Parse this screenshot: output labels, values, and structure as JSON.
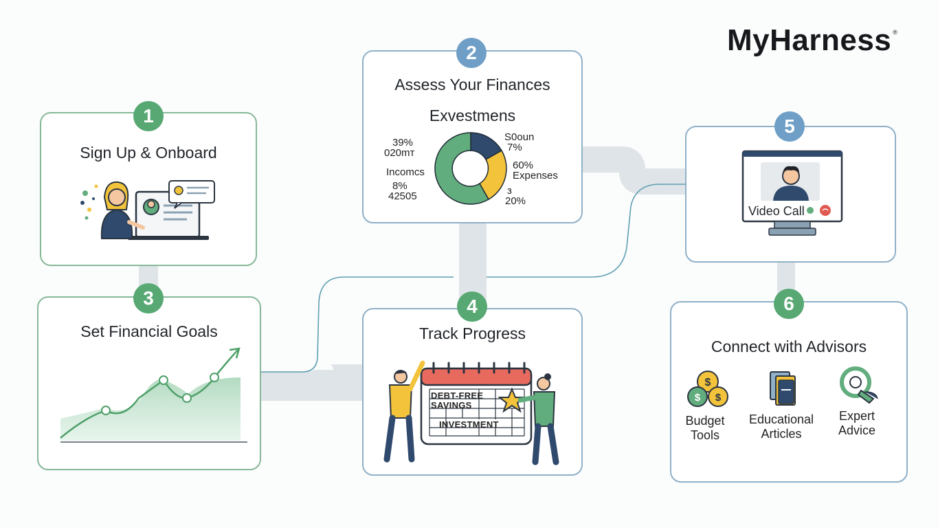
{
  "brand": {
    "name": "MyHarness",
    "mark": "®"
  },
  "steps": [
    {
      "number": "1",
      "title": "Sign Up & Onboard"
    },
    {
      "number": "2",
      "title": "Assess Your Finances",
      "subtitle": "Exvestmens",
      "labels": {
        "l1": "39%",
        "l2": "020mт",
        "l3": "Incomcs",
        "l4": "8%",
        "l5": "42505",
        "r1": "S0oun",
        "r2": "7%",
        "r3": "60%",
        "r4": "Expenses",
        "r5": "з",
        "r6": "20%"
      }
    },
    {
      "number": "3",
      "title": "Set Financial Goals"
    },
    {
      "number": "4",
      "title": "Track Progress",
      "calendar_rows": [
        "DEBT-FREE",
        "SAVINGS",
        "INVESTMENT"
      ]
    },
    {
      "number": "5",
      "screen_label": "Video Call"
    },
    {
      "number": "6",
      "title": "Connect with Advisors",
      "resources": [
        {
          "icon": "coins-icon",
          "label_line1": "Budget",
          "label_line2": "Tools"
        },
        {
          "icon": "articles-icon",
          "label_line1": "Educational",
          "label_line2": "Articles"
        },
        {
          "icon": "expert-advice-icon",
          "label_line1": "Expert",
          "label_line2": "Advice"
        }
      ]
    }
  ],
  "colors": {
    "green": "#57a873",
    "blue": "#6f9fc6",
    "donut_navy": "#2f4a6d",
    "donut_yellow": "#f2c33b",
    "donut_green": "#62ad7d"
  }
}
